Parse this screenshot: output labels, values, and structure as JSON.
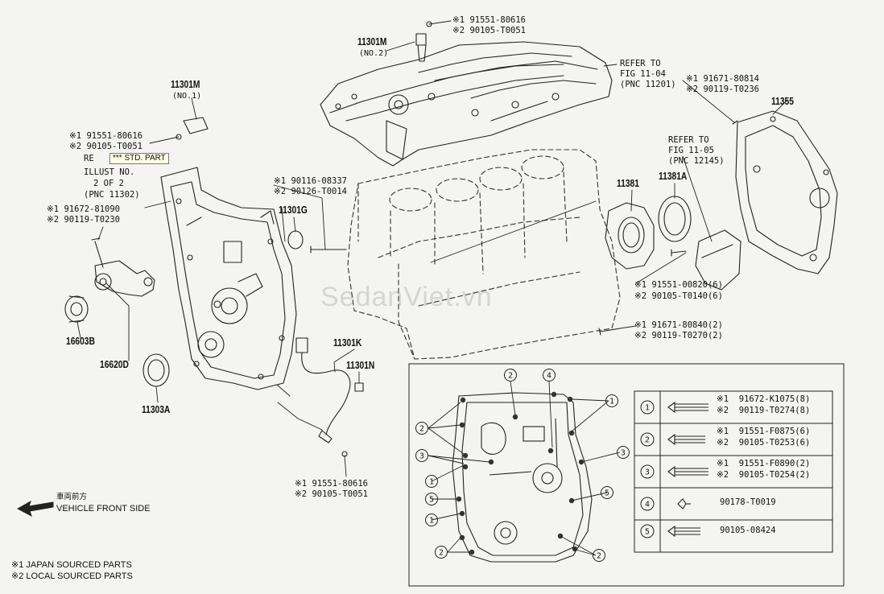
{
  "diagram": {
    "watermark": "SedanViet.vn",
    "tooltip": "*** STD. PART",
    "parts": {
      "p11301m_no2": "11301M",
      "p11301m_no2_sub": "(NO.2)",
      "p11301m_no1": "11301M",
      "p11301m_no1_sub": "(NO.1)",
      "p11355": "11355",
      "p11381": "11381",
      "p11381a": "11381A",
      "p11301g": "11301G",
      "p11301k": "11301K",
      "p11301n": "11301N",
      "p16603b": "16603B",
      "p16620d": "16620D",
      "p11303a": "11303A"
    },
    "refs": {
      "top_1": "※1 91551-80616",
      "top_2": "※2 90105-T0051",
      "fig1104_a": "REFER TO",
      "fig1104_b": "FIG 11-04",
      "fig1104_c": "(PNC 11201)",
      "r80814_1": "※1 91671-80814",
      "r80814_2": "※2 90119-T0236",
      "fig1105_a": "REFER TO",
      "fig1105_b": "FIG 11-05",
      "fig1105_c": "(PNC 12145)",
      "left_1": "※1 91551-80616",
      "left_2": "※2 90105-T0051",
      "illust_a": "RE",
      "illust_b": "ILLUST NO.",
      "illust_c": "2 OF 2",
      "illust_d": "(PNC 11302)",
      "r81090_1": "※1 91672-81090",
      "r81090_2": "※2 90119-T0230",
      "r08337_1": "※1 90116-08337",
      "r08337_2": "※2 90126-T0014",
      "r00820_1": "※1 91551-00820(6)",
      "r00820_2": "※2 90105-T0140(6)",
      "r80840_1": "※1 91671-80840(2)",
      "r80840_2": "※2 90119-T0270(2)",
      "bottom_1": "※1 91551-80616",
      "bottom_2": "※2 90105-T0051"
    },
    "front": {
      "jp": "車両前方",
      "en": "VEHICLE FRONT SIDE"
    },
    "footnotes": {
      "n1": "※1 JAPAN SOURCED PARTS",
      "n2": "※2 LOCAL SOURCED PARTS"
    },
    "bolt_table": [
      {
        "no": "1",
        "l1": "※1  91672-K1075(8)",
        "l2": "※2  90119-T0274(8)"
      },
      {
        "no": "2",
        "l1": "※1  91551-F0875(6)",
        "l2": "※2  90105-T0253(6)"
      },
      {
        "no": "3",
        "l1": "※1  91551-F0890(2)",
        "l2": "※2  90105-T0254(2)"
      },
      {
        "no": "4",
        "l1": "90178-T0019",
        "l2": ""
      },
      {
        "no": "5",
        "l1": "90105-08424",
        "l2": ""
      }
    ],
    "inset_callouts": [
      "1",
      "2",
      "3",
      "4",
      "5"
    ]
  }
}
